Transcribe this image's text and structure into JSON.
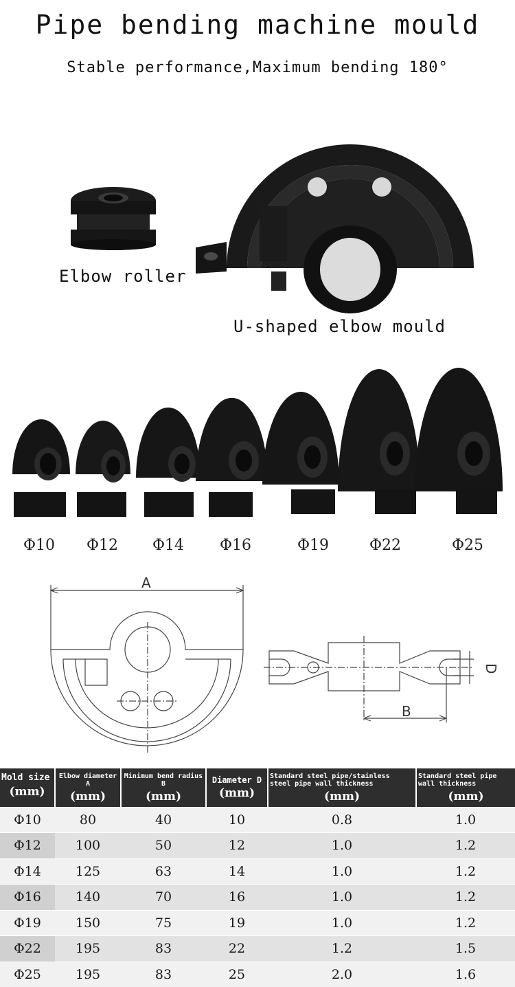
{
  "header": {
    "title": "Pipe bending machine mould",
    "subtitle": "Stable performance,Maximum bending 180°"
  },
  "products": {
    "roller_label": "Elbow roller",
    "mould_label": "U-shaped elbow mould"
  },
  "sizes": [
    "Φ10",
    "Φ12",
    "Φ14",
    "Φ16",
    "Φ19",
    "Φ22",
    "Φ25"
  ],
  "diagram": {
    "label_a": "A",
    "label_b": "B",
    "label_d": "D"
  },
  "table": {
    "columns": [
      {
        "title": "Mold size",
        "unit": "(mm)"
      },
      {
        "title": "Elbow diameter A",
        "unit": "(mm)"
      },
      {
        "title": "Minimum bend radius B",
        "unit": "(mm)"
      },
      {
        "title": "Diameter D",
        "unit": "(mm)"
      },
      {
        "title": "Standard steel pipe/stainless steel pipe wall thickness",
        "unit": "(mm)"
      },
      {
        "title": "Standard steel pipe wall thickness",
        "unit": "(mm)"
      }
    ],
    "rows": [
      [
        "Φ10",
        "80",
        "40",
        "10",
        "0.8",
        "1.0"
      ],
      [
        "Φ12",
        "100",
        "50",
        "12",
        "1.0",
        "1.2"
      ],
      [
        "Φ14",
        "125",
        "63",
        "14",
        "1.0",
        "1.2"
      ],
      [
        "Φ16",
        "140",
        "70",
        "16",
        "1.0",
        "1.2"
      ],
      [
        "Φ19",
        "150",
        "75",
        "19",
        "1.0",
        "1.2"
      ],
      [
        "Φ22",
        "195",
        "83",
        "22",
        "1.2",
        "1.5"
      ],
      [
        "Φ25",
        "195",
        "83",
        "25",
        "2.0",
        "1.6"
      ]
    ]
  }
}
